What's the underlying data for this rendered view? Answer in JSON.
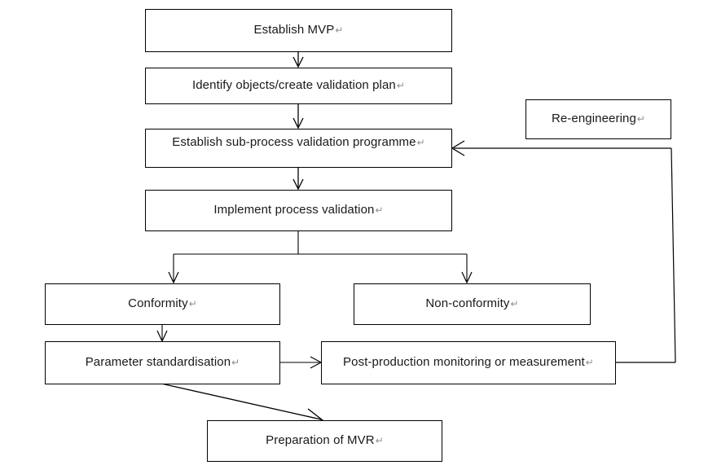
{
  "diagram": {
    "title": "Process validation flowchart",
    "line_color": "#000000",
    "text_color": "#17191c",
    "mark_color": "#8b8f94",
    "background": "#ffffff",
    "paragraph_mark": "↵",
    "stray_mark": ".ı",
    "nodes": [
      {
        "id": "mvp",
        "label": "Establish MVP"
      },
      {
        "id": "identify",
        "label": "Identify objects/create validation plan"
      },
      {
        "id": "subprocess",
        "label": "Establish sub-process validation programme"
      },
      {
        "id": "implement",
        "label": "Implement process validation"
      },
      {
        "id": "reeng",
        "label": "Re-engineering"
      },
      {
        "id": "conform",
        "label": "Conformity"
      },
      {
        "id": "nonconform",
        "label": "Non-conformity"
      },
      {
        "id": "param",
        "label": "Parameter standardisation"
      },
      {
        "id": "postprod",
        "label": "Post-production monitoring or measurement"
      },
      {
        "id": "mvr",
        "label": "Preparation of MVR"
      }
    ],
    "edges": [
      {
        "from": "mvp",
        "to": "identify",
        "kind": "arrow-down"
      },
      {
        "from": "identify",
        "to": "subprocess",
        "kind": "arrow-down"
      },
      {
        "from": "subprocess",
        "to": "implement",
        "kind": "arrow-down"
      },
      {
        "from": "implement",
        "to": "conform",
        "kind": "split-arrow-down-left"
      },
      {
        "from": "implement",
        "to": "nonconform",
        "kind": "split-arrow-down-right"
      },
      {
        "from": "conform",
        "to": "param",
        "kind": "arrow-down"
      },
      {
        "from": "param",
        "to": "postprod",
        "kind": "arrow-right"
      },
      {
        "from": "param",
        "to": "mvr",
        "kind": "arrow-diagonal"
      },
      {
        "from": "postprod",
        "to": "subprocess",
        "kind": "feedback-loop-left"
      }
    ]
  }
}
